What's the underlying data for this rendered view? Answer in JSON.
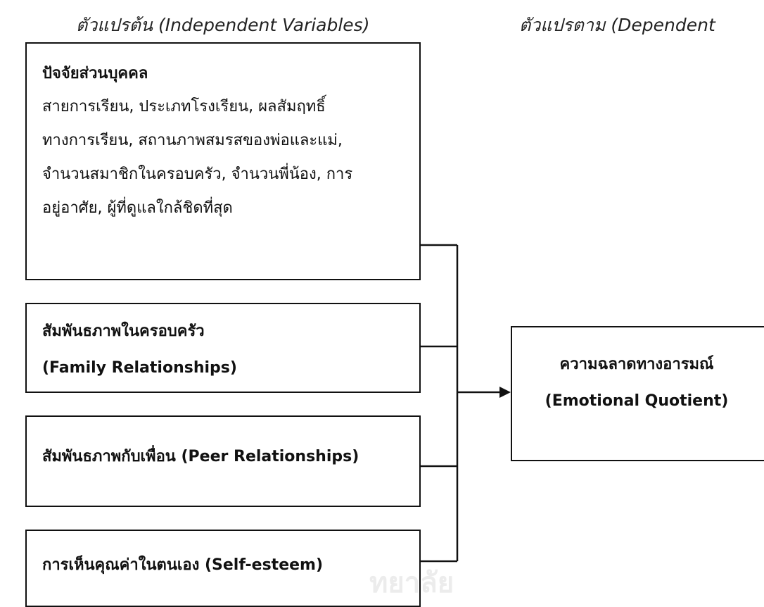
{
  "headings": {
    "independent": "ตัวแปรต้น (Independent Variables)",
    "dependent": "ตัวแปรตาม (Dependent"
  },
  "independent_boxes": [
    {
      "title": "ปัจจัยส่วนบุคคล",
      "body_lines": [
        "สายการเรียน, ประเภทโรงเรียน, ผลสัมฤทธิ์",
        "ทางการเรียน, สถานภาพสมรสของพ่อและแม่,",
        "จำนวนสมาชิกในครอบครัว, จำนวนพี่น้อง, การ",
        "อยู่อาศัย, ผู้ที่ดูแลใกล้ชิดที่สุด"
      ]
    },
    {
      "title": "สัมพันธภาพในครอบครัว",
      "subtitle": "(Family Relationships)"
    },
    {
      "title": "สัมพันธภาพกับเพื่อน (Peer Relationships)"
    },
    {
      "title": "การเห็นคุณค่าในตนเอง (Self-esteem)"
    }
  ],
  "dependent_box": {
    "title": "ความฉลาดทางอารมณ์",
    "subtitle": "(Emotional Quotient)"
  },
  "watermark": "ทยาลัย"
}
